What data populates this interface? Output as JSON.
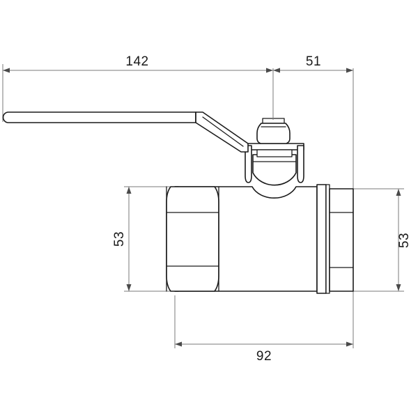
{
  "drawing": {
    "title": "Ball Valve Dimensional Drawing",
    "subject": "lever-handle ball valve, side elevation",
    "units": "mm",
    "line_color": "#1a1a1a",
    "dimension_color": "#7a7a7a",
    "background_color": "#ffffff"
  },
  "dimensions": {
    "handle_length": {
      "label": "142",
      "orientation": "horizontal",
      "position": "top-left",
      "measures": "lever handle length from tip to valve stem centre"
    },
    "stem_to_outlet": {
      "label": "51",
      "orientation": "horizontal",
      "position": "top-right",
      "measures": "valve stem centre to outlet end face"
    },
    "inlet_height": {
      "label": "53",
      "orientation": "vertical",
      "position": "left",
      "measures": "body / inlet hex across-flats height"
    },
    "outlet_height": {
      "label": "53",
      "orientation": "vertical",
      "position": "right",
      "measures": "outlet end height"
    },
    "body_length": {
      "label": "92",
      "orientation": "horizontal",
      "position": "bottom",
      "measures": "overall valve body length end to end"
    }
  },
  "parts": [
    {
      "name": "lever-handle",
      "description": "flat rounded-end lever arm"
    },
    {
      "name": "handle-crank",
      "description": "angled crank section joining lever to bracket"
    },
    {
      "name": "stem-nut",
      "description": "hexagonal stem locking nut"
    },
    {
      "name": "handle-bracket",
      "description": "U-shaped stamped retaining bracket over bonnet"
    },
    {
      "name": "bonnet-dome",
      "description": "rounded bonnet / ball housing dome"
    },
    {
      "name": "valve-body",
      "description": "central rectangular valve body"
    },
    {
      "name": "inlet-hex-nut",
      "description": "left hexagonal union nut"
    },
    {
      "name": "outlet-flange",
      "description": "right collar flange ring"
    },
    {
      "name": "outlet-hex",
      "description": "right hexagonal outlet end"
    }
  ]
}
